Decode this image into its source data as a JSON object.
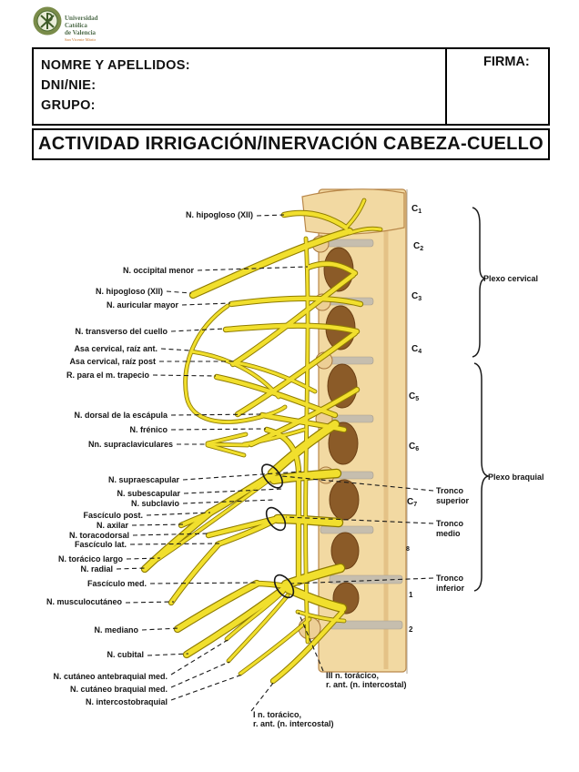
{
  "header": {
    "logo": {
      "name_lines": [
        "Universidad",
        "Católica",
        "de Valencia"
      ],
      "subtitle": "San Vicente Mártir"
    },
    "form": {
      "name": "NOMRE Y APELLIDOS:",
      "dni": "DNI/NIE:",
      "group": "GRUPO:",
      "signature": "FIRMA:"
    },
    "title": "ACTIVIDAD IRRIGACIÓN/INERVACIÓN CABEZA-CUELLO"
  },
  "diagram": {
    "nerve_labels": [
      "N. hipogloso (XII)",
      "N. occipital menor",
      "N. hipogloso (XII)",
      "N. auricular mayor",
      "N. transverso del cuello",
      "Asa cervical, raíz ant.",
      "Asa cervical, raíz post",
      "R. para el m. trapecio",
      "N. dorsal de la escápula",
      "N. frénico",
      "Nn. supraclaviculares",
      "N. supraescapular",
      "N. subescapular",
      "N. subclavio",
      "Fascículo post.",
      "N. axilar",
      "N. toracodorsal",
      "Fascículo lat.",
      "N. torácico largo",
      "N. radial",
      "Fascículo med.",
      "N. musculocutáneo",
      "N. mediano",
      "N. cubital",
      "N. cutáneo antebraquial med.",
      "N. cutáneo braquial med.",
      "N. intercostobraquial"
    ],
    "thoracic_notes": [
      {
        "l1": "III n. torácico,",
        "l2": "r. ant. (n. intercostal)"
      },
      {
        "l1": "I n. torácico,",
        "l2": "r. ant. (n. intercostal)"
      }
    ],
    "trunks": [
      {
        "l1": "Tronco",
        "l2": "superior"
      },
      {
        "l1": "Tronco",
        "l2": "medio"
      },
      {
        "l1": "Tronco",
        "l2": "inferior"
      }
    ],
    "plexuses": [
      "Plexo cervical",
      "Plexo braquial"
    ],
    "vertebrae": [
      {
        "b": "C",
        "s": "1"
      },
      {
        "b": "C",
        "s": "2"
      },
      {
        "b": "C",
        "s": "3"
      },
      {
        "b": "C",
        "s": "4"
      },
      {
        "b": "C",
        "s": "5"
      },
      {
        "b": "C",
        "s": "6"
      },
      {
        "b": "C",
        "s": "7"
      }
    ],
    "root_numbers": [
      "8",
      "1",
      "2"
    ],
    "colors": {
      "nerve_yellow": "#f1df2d",
      "nerve_outline": "#8f7c00",
      "bone_tan": "#f2d9a2",
      "bone_shadow": "#8b5b28",
      "disc_gray": "#c6beae",
      "seal_green": "#5f7a3d",
      "logo_green_text": "#4e6b4a",
      "logo_accent": "#c8762b"
    }
  }
}
